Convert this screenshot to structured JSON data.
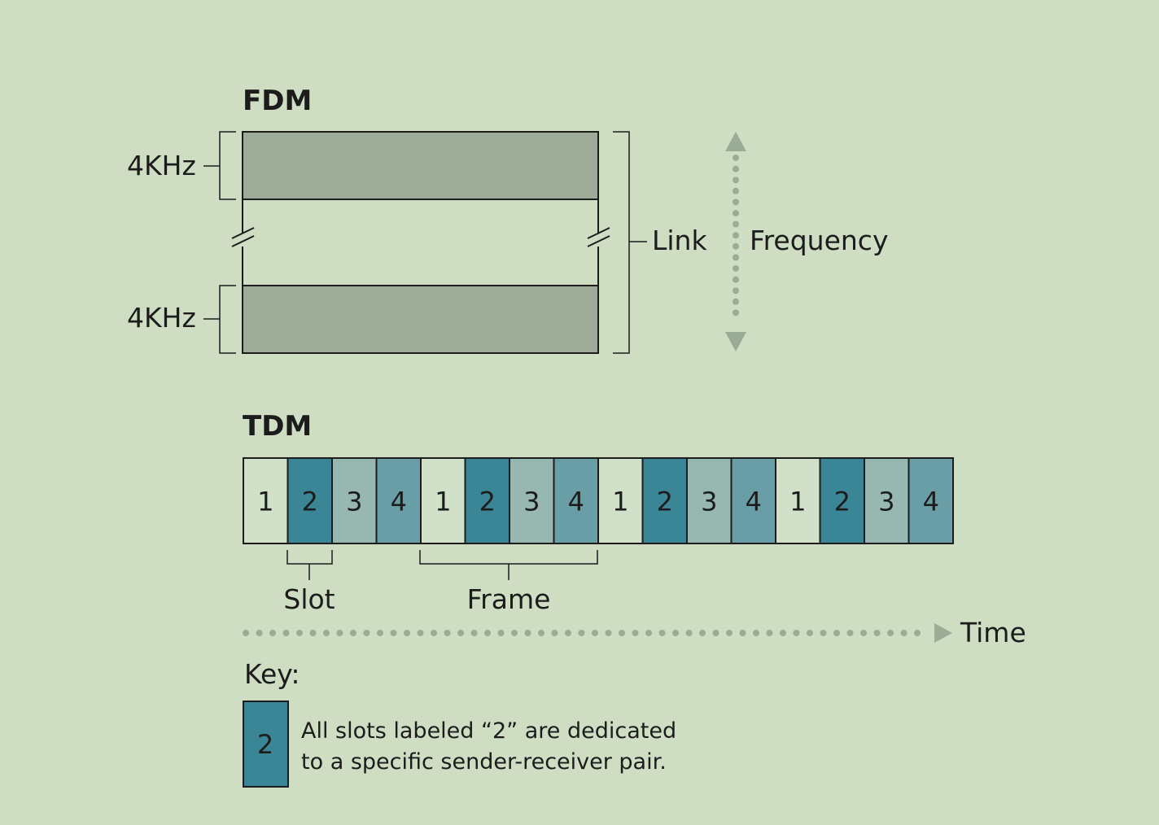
{
  "fdm": {
    "title": "FDM",
    "band_labels": [
      "4KHz",
      "4KHz"
    ],
    "link_label": "Link",
    "frequency_label": "Frequency"
  },
  "tdm": {
    "title": "TDM",
    "slots": [
      "1",
      "2",
      "3",
      "4",
      "1",
      "2",
      "3",
      "4",
      "1",
      "2",
      "3",
      "4",
      "1",
      "2",
      "3",
      "4"
    ],
    "slot_label": "Slot",
    "frame_label": "Frame",
    "time_label": "Time"
  },
  "key": {
    "title": "Key:",
    "sample_slot": "2",
    "description_lines": [
      "All slots labeled “2” are dedicated",
      "to a specific sender-receiver pair."
    ]
  },
  "colors": {
    "background": "#cfdec3",
    "fdm_band": "#9eab99",
    "slot_1": "#d1e0c8",
    "slot_2": "#3a8696",
    "slot_3": "#97b8b0",
    "slot_4": "#6a9ea6",
    "arrow": "#9aab96"
  }
}
